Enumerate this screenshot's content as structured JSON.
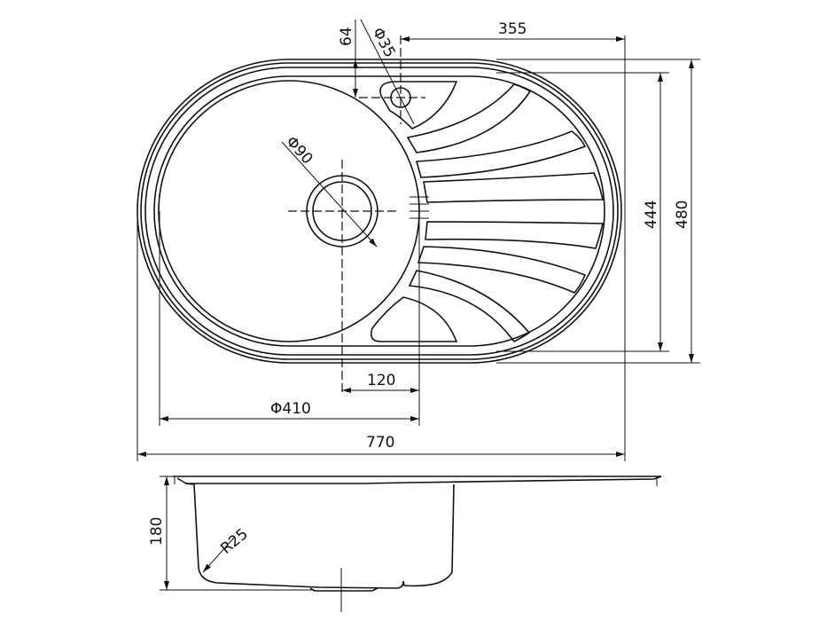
{
  "drawing": {
    "title": "Sink technical drawing",
    "dimensions": {
      "tap_offset": "64",
      "tap_hole_diameter": "Φ35",
      "tap_to_right": "355",
      "drain_diameter": "Φ90",
      "inner_height": "444",
      "overall_height": "480",
      "drain_offset": "120",
      "bowl_diameter": "Φ410",
      "overall_width": "770",
      "bowl_depth": "180",
      "corner_radius": "R25"
    }
  }
}
